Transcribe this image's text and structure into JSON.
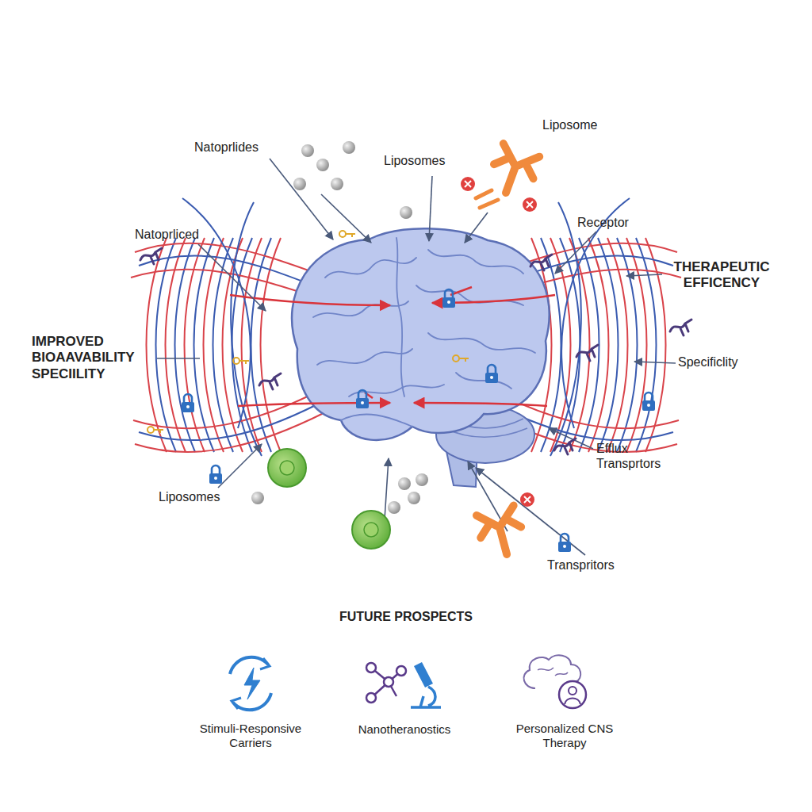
{
  "diagram": {
    "labels": [
      "Natoprlides",
      "Liposomes",
      "Liposome",
      "Natoprliced",
      "Receptor",
      "THERAPEUTIC EFFICENCY",
      "IMPROVED BIOAAVABILITY SPECIILITY",
      "Specificlity",
      "Efflux Transprtors",
      "Liposomes",
      "Transpritors",
      "FUTURE PROSPECTS",
      "Stimuli-Responsive Carriers",
      "Nanotheranostics",
      "Personalized CNS Therapy"
    ]
  }
}
